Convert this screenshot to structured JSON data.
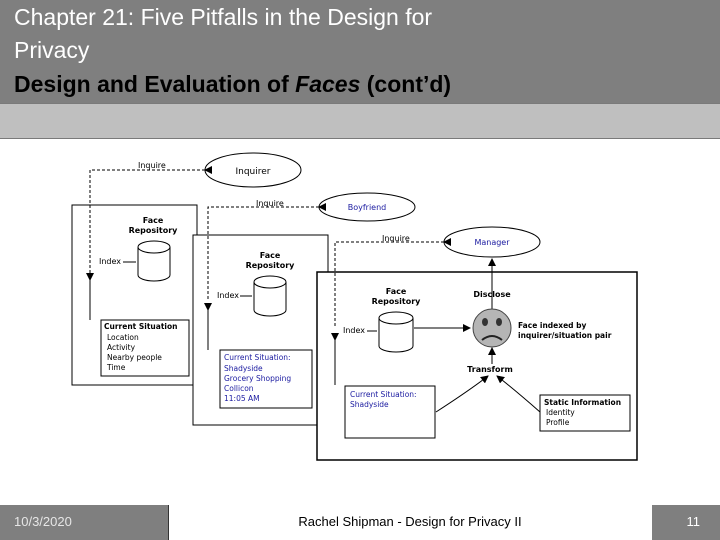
{
  "title": {
    "line1": "Chapter 21: Five Pitfalls in the Design for",
    "line2": "Privacy",
    "line3_part1": "Design and Evaluation of ",
    "line3_italic": "Faces",
    "line3_part2": " (cont’d)"
  },
  "diagram": {
    "inquire": "Inquire",
    "inquirer": "Inquirer",
    "boyfriend": "Boyfriend",
    "manager": "Manager",
    "face_repository_1": "Face",
    "face_repository_2": "Repository",
    "index": "Index",
    "current_situation_title": "Current Situation",
    "current_situation_items": [
      "Location",
      "Activity",
      "Nearby people",
      "Time"
    ],
    "card2_title": "Current Situation:",
    "card2_items": [
      "Shadyside",
      "Grocery Shopping",
      "Collicon",
      "11:05 AM"
    ],
    "card3_title": "Current Situation:",
    "card3_items": [
      "Shadyside"
    ],
    "disclose": "Disclose",
    "face_indexed_1": "Face indexed by",
    "face_indexed_2": "inquirer/situation pair",
    "transform": "Transform",
    "static_title": "Static Information",
    "static_items": [
      "Identity",
      "Profile"
    ]
  },
  "footer": {
    "date": "10/3/2020",
    "center": "Rachel Shipman - Design for Privacy II",
    "page": "11"
  }
}
